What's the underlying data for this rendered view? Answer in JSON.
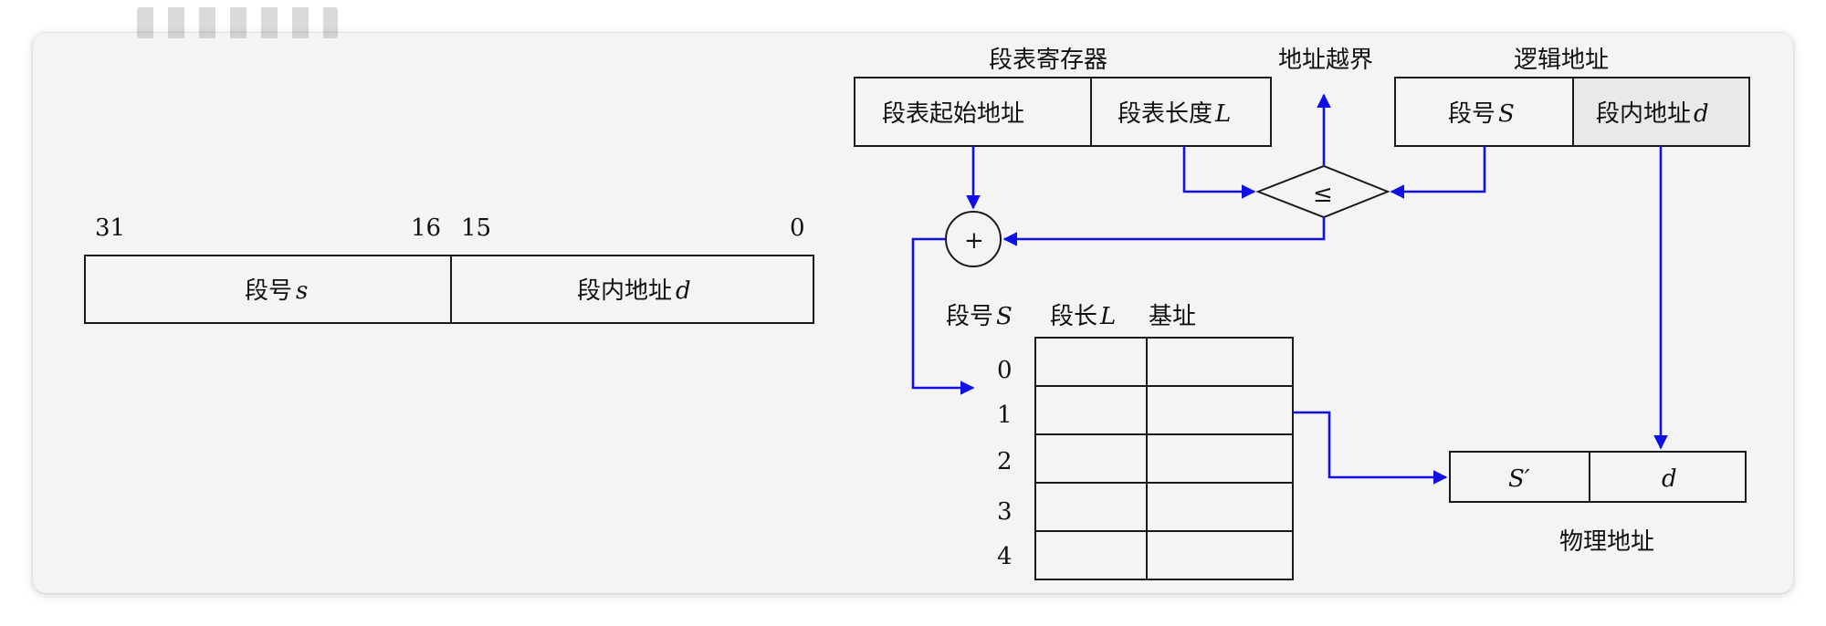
{
  "format": {
    "bit_hi": "31",
    "bit_mid_hi": "16",
    "bit_mid_lo": "15",
    "bit_lo": "0",
    "seg_num": {
      "text": "段号",
      "var": "s"
    },
    "seg_off": {
      "text": "段内地址",
      "var": "d"
    }
  },
  "register": {
    "title": "段表寄存器",
    "start_addr": "段表起始地址",
    "length": {
      "text": "段表长度",
      "var": "L"
    }
  },
  "overflow": {
    "title": "地址越界",
    "compare_symbol": "≤",
    "adder_symbol": "+"
  },
  "logical": {
    "title": "逻辑地址",
    "seg_num": {
      "text": "段号",
      "var": "S"
    },
    "seg_off": {
      "text": "段内地址",
      "var": "d"
    }
  },
  "table": {
    "headers": [
      {
        "text": "段号",
        "var": "S"
      },
      {
        "text": "段长",
        "var": "L"
      },
      {
        "text": "基址",
        "var": ""
      }
    ],
    "row_numbers": [
      "0",
      "1",
      "2",
      "3",
      "4"
    ]
  },
  "physical": {
    "base": "S′",
    "offset": "d",
    "title": "物理地址"
  },
  "colors": {
    "arrow": "#1010e6",
    "stroke": "#1a1a1a",
    "card": "#f4f4f4"
  }
}
